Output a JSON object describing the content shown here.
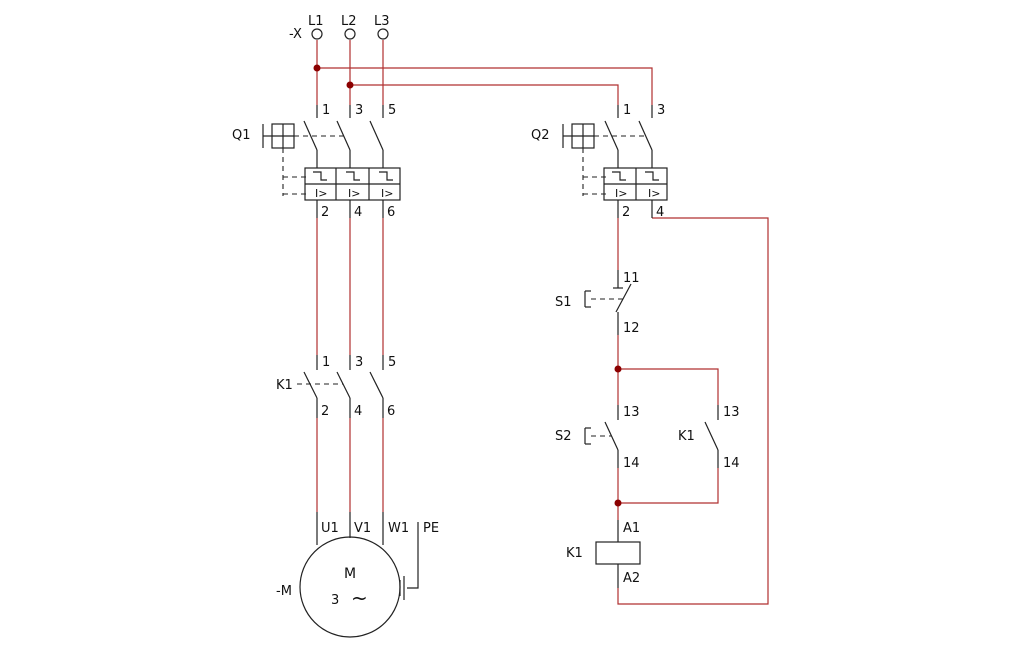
{
  "colors": {
    "wire": "#b03030",
    "symbol": "#222222",
    "junction": "#8b0000",
    "background": "#ffffff"
  },
  "terminals": {
    "designation": "-X",
    "l1": "L1",
    "l2": "L2",
    "l3": "L3"
  },
  "q1": {
    "label": "Q1",
    "top": [
      "1",
      "3",
      "5"
    ],
    "bottom": [
      "2",
      "4",
      "6"
    ]
  },
  "q2": {
    "label": "Q2",
    "top": [
      "1",
      "3"
    ],
    "bottom": [
      "2",
      "4"
    ]
  },
  "k1_main": {
    "label": "K1",
    "top": [
      "1",
      "3",
      "5"
    ],
    "bottom": [
      "2",
      "4",
      "6"
    ]
  },
  "s1": {
    "label": "S1",
    "top": "11",
    "bottom": "12"
  },
  "s2": {
    "label": "S2",
    "top": "13",
    "bottom": "14"
  },
  "k1_aux": {
    "label": "K1",
    "top": "13",
    "bottom": "14"
  },
  "k1_coil": {
    "label": "K1",
    "top": "A1",
    "bottom": "A2"
  },
  "motor": {
    "label": "-M",
    "symbol": "M",
    "phases": "3",
    "ac": "~",
    "terminals": [
      "U1",
      "V1",
      "W1",
      "PE"
    ]
  },
  "trip_symbol": "I>"
}
